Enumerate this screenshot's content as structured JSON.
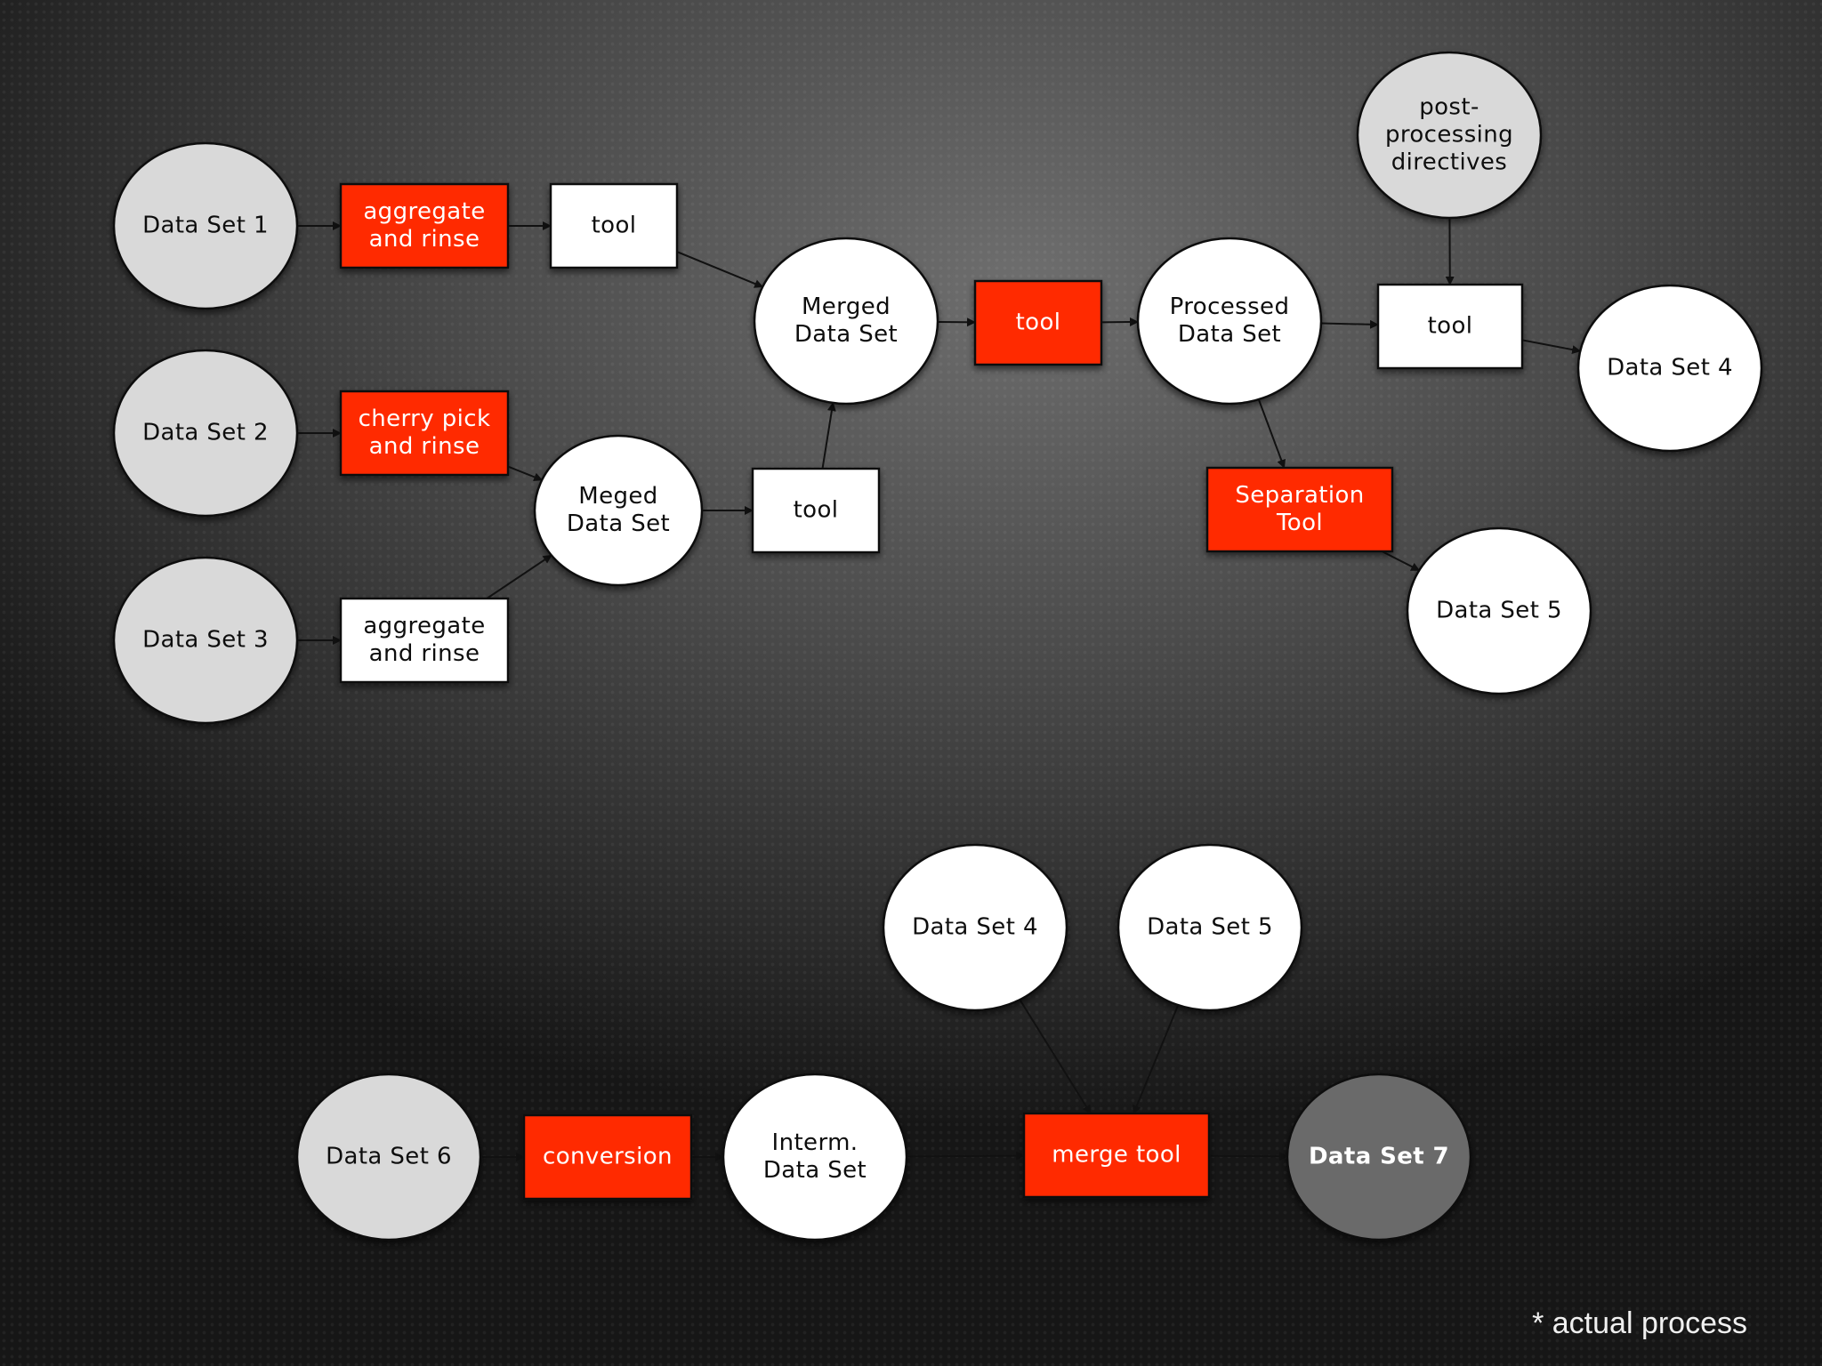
{
  "colors": {
    "accent_red": "#ff2a00",
    "input_grey": "#d9d9d9",
    "white": "#ffffff",
    "result_dark": "#6b6b6b",
    "outline": "#111111"
  },
  "nodes": [
    {
      "id": "ds1",
      "shape": "circle",
      "fill": "grey",
      "lines": [
        "Data Set 1"
      ]
    },
    {
      "id": "ds2",
      "shape": "circle",
      "fill": "grey",
      "lines": [
        "Data Set 2"
      ]
    },
    {
      "id": "ds3",
      "shape": "circle",
      "fill": "grey",
      "lines": [
        "Data Set 3"
      ]
    },
    {
      "id": "agg1",
      "shape": "box",
      "fill": "red",
      "lines": [
        "aggregate",
        "and rinse"
      ]
    },
    {
      "id": "cherry",
      "shape": "box",
      "fill": "red",
      "lines": [
        "cherry pick",
        "and rinse"
      ]
    },
    {
      "id": "agg3",
      "shape": "box",
      "fill": "white",
      "lines": [
        "aggregate",
        "and rinse"
      ]
    },
    {
      "id": "tool1",
      "shape": "box",
      "fill": "white",
      "lines": [
        "tool"
      ]
    },
    {
      "id": "meged",
      "shape": "circle",
      "fill": "white",
      "lines": [
        "Meged",
        "Data Set"
      ]
    },
    {
      "id": "tool2",
      "shape": "box",
      "fill": "white",
      "lines": [
        "tool"
      ]
    },
    {
      "id": "merged",
      "shape": "circle",
      "fill": "white",
      "lines": [
        "Merged",
        "Data Set"
      ]
    },
    {
      "id": "tool3",
      "shape": "box",
      "fill": "red",
      "lines": [
        "tool"
      ]
    },
    {
      "id": "processed",
      "shape": "circle",
      "fill": "white",
      "lines": [
        "Processed",
        "Data Set"
      ]
    },
    {
      "id": "post",
      "shape": "circle",
      "fill": "grey",
      "lines": [
        "post-",
        "processing",
        "directives"
      ]
    },
    {
      "id": "tool4",
      "shape": "box",
      "fill": "white",
      "lines": [
        "tool"
      ]
    },
    {
      "id": "ds4",
      "shape": "circle",
      "fill": "white",
      "lines": [
        "Data Set 4"
      ]
    },
    {
      "id": "separation",
      "shape": "box",
      "fill": "red",
      "lines": [
        "Separation",
        "Tool"
      ]
    },
    {
      "id": "ds5",
      "shape": "circle",
      "fill": "white",
      "lines": [
        "Data Set 5"
      ]
    },
    {
      "id": "ds4b",
      "shape": "circle",
      "fill": "white",
      "lines": [
        "Data Set 4"
      ]
    },
    {
      "id": "ds5b",
      "shape": "circle",
      "fill": "white",
      "lines": [
        "Data Set 5"
      ]
    },
    {
      "id": "ds6",
      "shape": "circle",
      "fill": "grey",
      "lines": [
        "Data Set 6"
      ]
    },
    {
      "id": "conversion",
      "shape": "box",
      "fill": "red",
      "lines": [
        "conversion"
      ]
    },
    {
      "id": "interm",
      "shape": "circle",
      "fill": "white",
      "lines": [
        "Interm.",
        "Data Set"
      ]
    },
    {
      "id": "mergetool",
      "shape": "box",
      "fill": "red",
      "lines": [
        "merge tool"
      ]
    },
    {
      "id": "ds7",
      "shape": "circle",
      "fill": "dark",
      "lines": [
        "Data Set 7"
      ]
    }
  ],
  "edges": [
    [
      "ds1",
      "agg1"
    ],
    [
      "agg1",
      "tool1"
    ],
    [
      "tool1",
      "merged"
    ],
    [
      "ds2",
      "cherry"
    ],
    [
      "cherry",
      "meged"
    ],
    [
      "ds3",
      "agg3"
    ],
    [
      "agg3",
      "meged"
    ],
    [
      "meged",
      "tool2"
    ],
    [
      "tool2",
      "merged"
    ],
    [
      "merged",
      "tool3"
    ],
    [
      "tool3",
      "processed"
    ],
    [
      "processed",
      "tool4"
    ],
    [
      "post",
      "tool4"
    ],
    [
      "tool4",
      "ds4"
    ],
    [
      "processed",
      "separation"
    ],
    [
      "separation",
      "ds5"
    ],
    [
      "ds6",
      "conversion"
    ],
    [
      "conversion",
      "interm"
    ],
    [
      "interm",
      "mergetool"
    ],
    [
      "ds4b",
      "mergetool"
    ],
    [
      "ds5b",
      "mergetool"
    ],
    [
      "mergetool",
      "ds7"
    ]
  ],
  "footnote": "* actual process"
}
